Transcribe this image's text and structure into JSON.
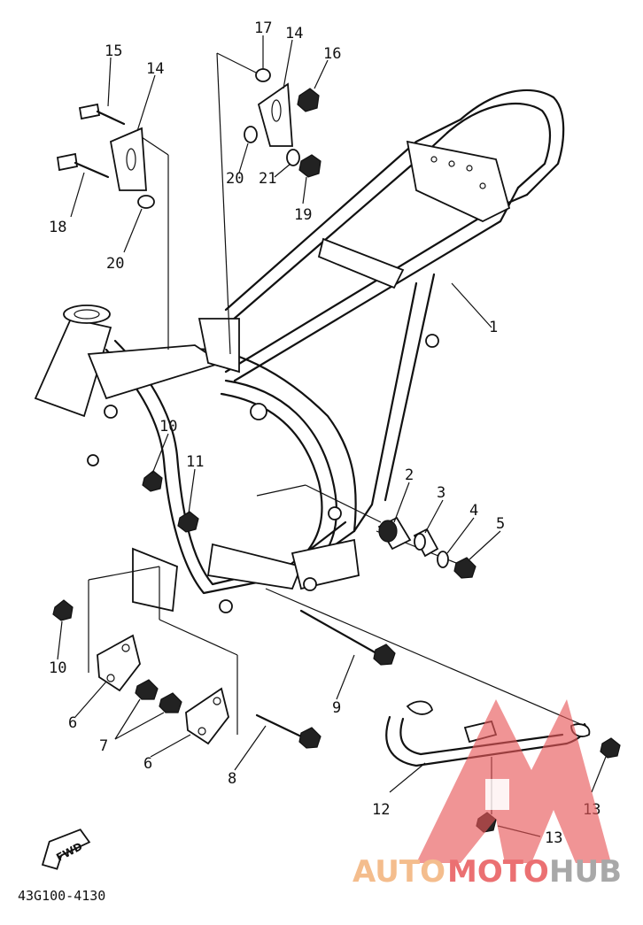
{
  "callouts": [
    {
      "id": "c15",
      "text": "15"
    },
    {
      "id": "c14a",
      "text": "14"
    },
    {
      "id": "c18",
      "text": "18"
    },
    {
      "id": "c20a",
      "text": "20"
    },
    {
      "id": "c17",
      "text": "17"
    },
    {
      "id": "c14b",
      "text": "14"
    },
    {
      "id": "c16",
      "text": "16"
    },
    {
      "id": "c20b",
      "text": "20"
    },
    {
      "id": "c21",
      "text": "21"
    },
    {
      "id": "c19",
      "text": "19"
    },
    {
      "id": "c1",
      "text": "1"
    },
    {
      "id": "c10a",
      "text": "10"
    },
    {
      "id": "c11",
      "text": "11"
    },
    {
      "id": "c2",
      "text": "2"
    },
    {
      "id": "c3",
      "text": "3"
    },
    {
      "id": "c4",
      "text": "4"
    },
    {
      "id": "c5",
      "text": "5"
    },
    {
      "id": "c10b",
      "text": "10"
    },
    {
      "id": "c6a",
      "text": "6"
    },
    {
      "id": "c7",
      "text": "7"
    },
    {
      "id": "c6b",
      "text": "6"
    },
    {
      "id": "c8",
      "text": "8"
    },
    {
      "id": "c9",
      "text": "9"
    },
    {
      "id": "c12",
      "text": "12"
    },
    {
      "id": "c13a",
      "text": "13"
    },
    {
      "id": "c13b",
      "text": "13"
    }
  ],
  "fwd_label": "FWD",
  "part_number": "43G100-4130",
  "watermark": {
    "text_part1": "AUTO",
    "text_part2": "MOTO",
    "text_part3": "HUB",
    "color_orange": "#f3b27a",
    "color_red": "#e8585a",
    "color_gray": "#9a9a9a"
  }
}
